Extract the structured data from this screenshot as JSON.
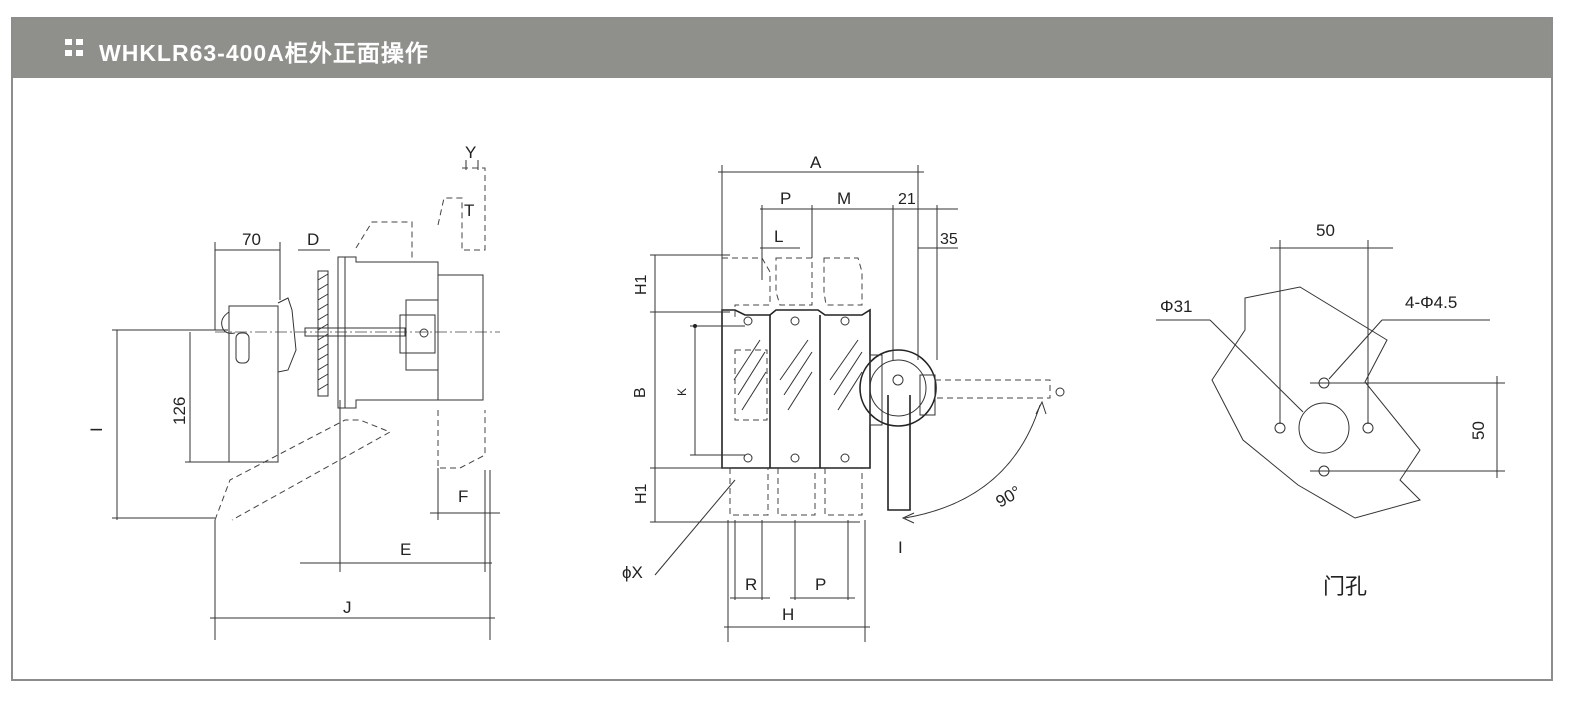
{
  "header": {
    "title": "WHKLR63-400A柜外正面操作"
  },
  "side_view": {
    "labels": {
      "dim_70": "70",
      "dim_D": "D",
      "dim_Y": "Y",
      "dim_T": "T",
      "dim_126": "126",
      "dim_I": "I",
      "dim_F": "F",
      "dim_E": "E",
      "dim_J": "J"
    }
  },
  "front_view": {
    "labels": {
      "dim_A": "A",
      "dim_P_top": "P",
      "dim_M": "M",
      "dim_21": "21",
      "dim_35": "35",
      "dim_L": "L",
      "dim_H1_top": "H1",
      "dim_B": "B",
      "dim_K": "K",
      "dim_H1_bottom": "H1",
      "dim_phiX": "ϕX",
      "dim_R": "R",
      "dim_P_bottom": "P",
      "dim_H": "H",
      "dim_I": "I",
      "angle_90": "90°"
    }
  },
  "door_hole": {
    "labels": {
      "dim_50_top": "50",
      "dim_phi31": "Φ31",
      "dim_4phi45": "4-Φ4.5",
      "dim_50_right": "50"
    },
    "caption": "门孔"
  }
}
